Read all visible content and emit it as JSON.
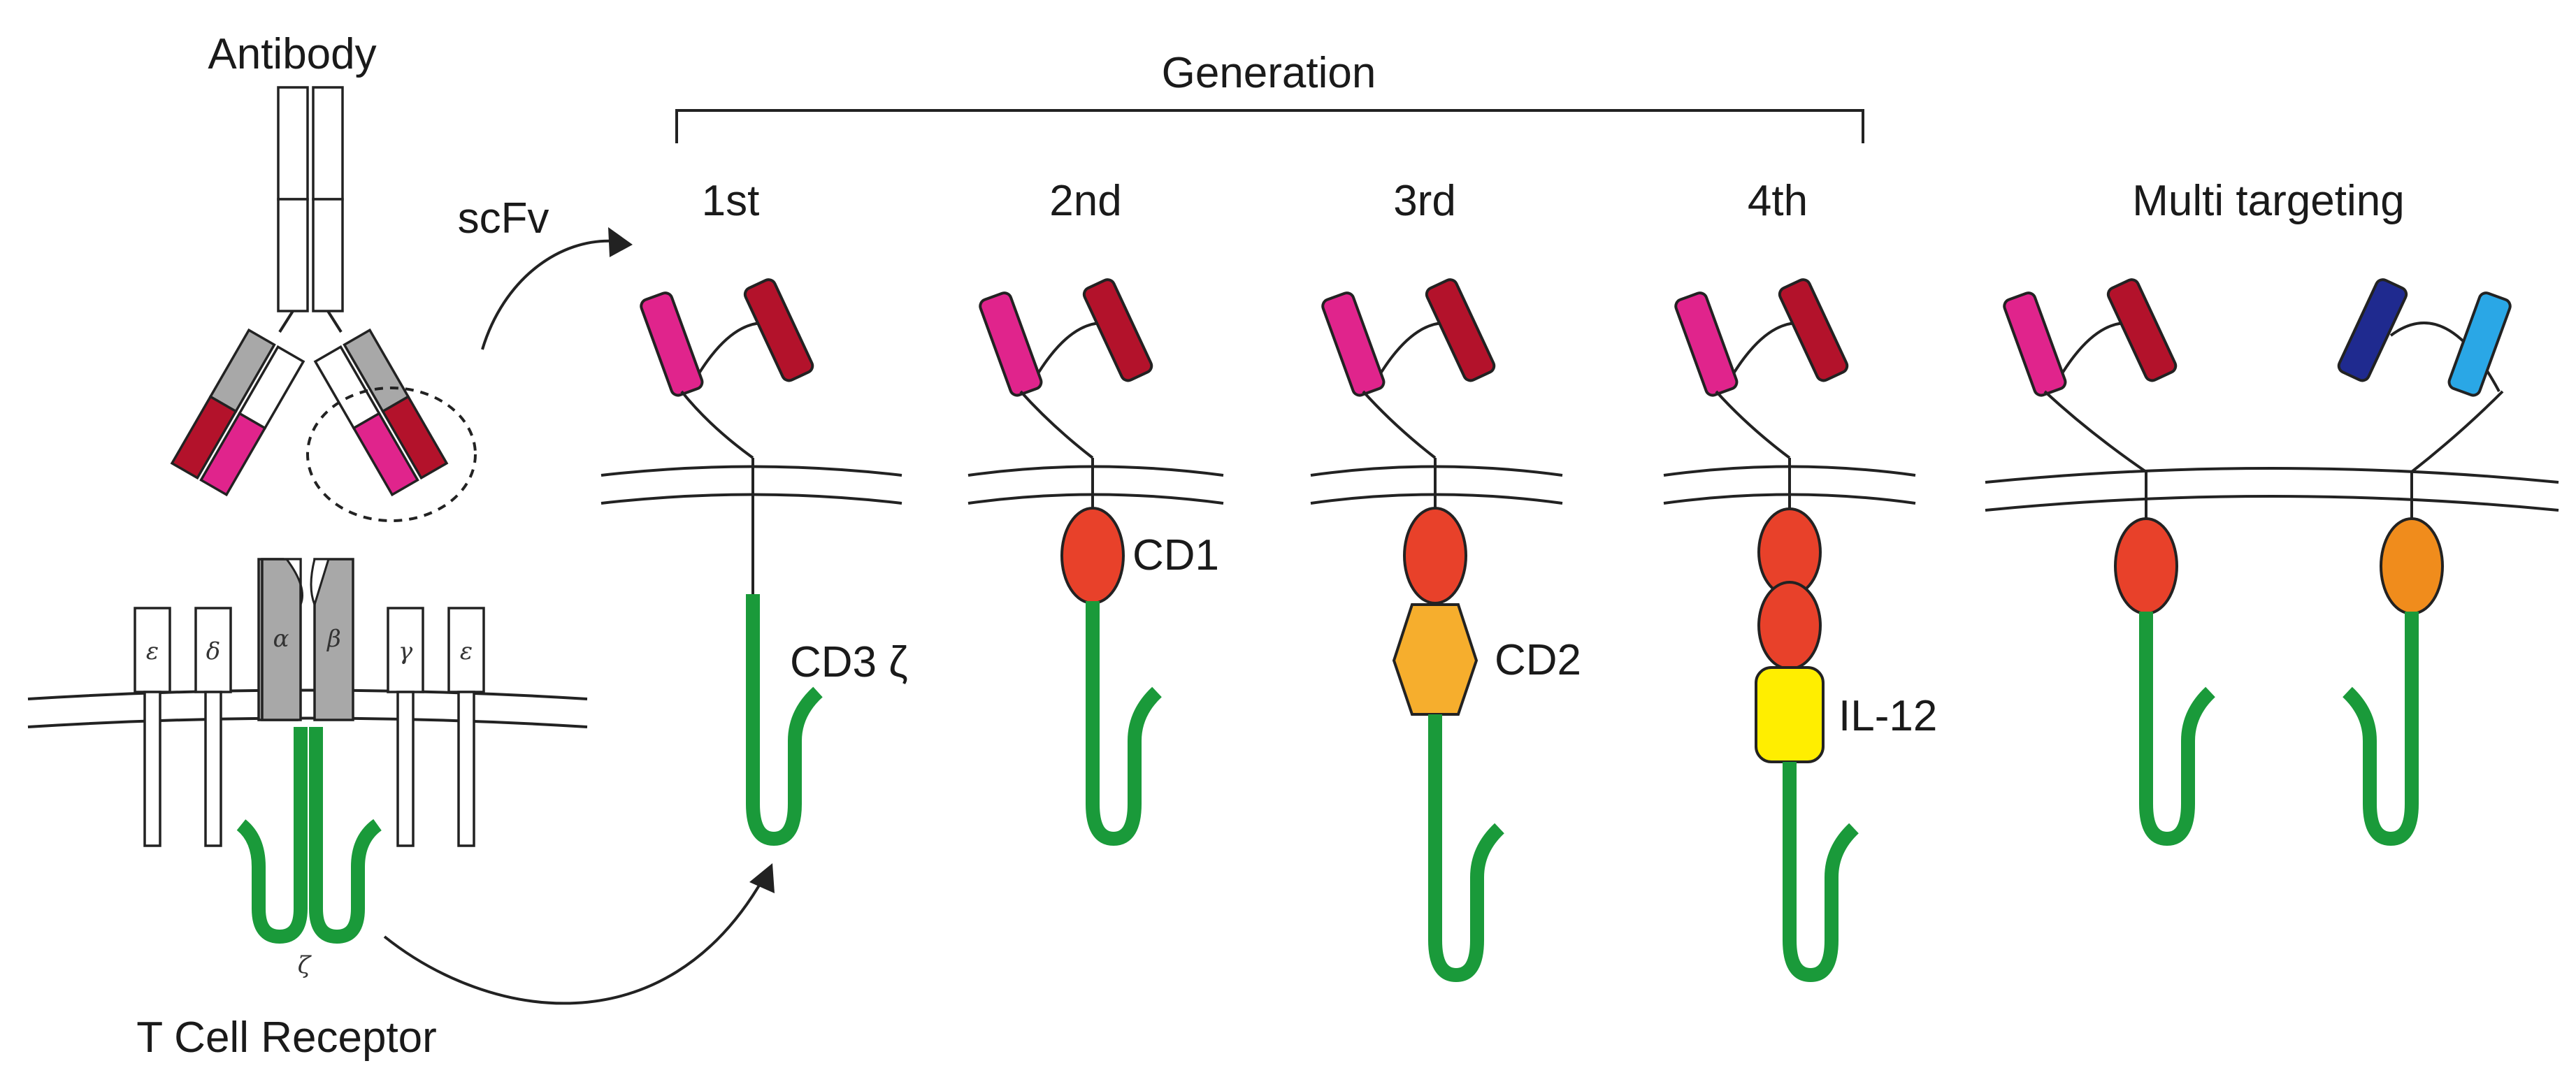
{
  "labels": {
    "antibody": "Antibody",
    "scfv": "scFv",
    "generation": "Generation",
    "gen1": "1st",
    "gen2": "2nd",
    "gen3": "3rd",
    "gen4": "4th",
    "multi": "Multi targeting",
    "cd3z": "CD3 ζ",
    "cd1": "CD1",
    "cd2": "CD2",
    "il12": "IL-12",
    "tcr": "T Cell Receptor"
  },
  "tcr_chains": [
    "ε",
    "δ",
    "α",
    "β",
    "γ",
    "ε"
  ],
  "zeta": "ζ",
  "colors": {
    "vl_magenta": "#e0248c",
    "vh_red": "#b3122b",
    "gray": "#a8a8a8",
    "domain_red": "#e8412a",
    "domain_orange": "#f08c1c",
    "hexagon": "#f6ae2d",
    "il12_yellow": "#ffee00",
    "navy": "#1f2a8f",
    "skyblue": "#2aa7e6",
    "zeta_green": "#1a9a3a"
  }
}
